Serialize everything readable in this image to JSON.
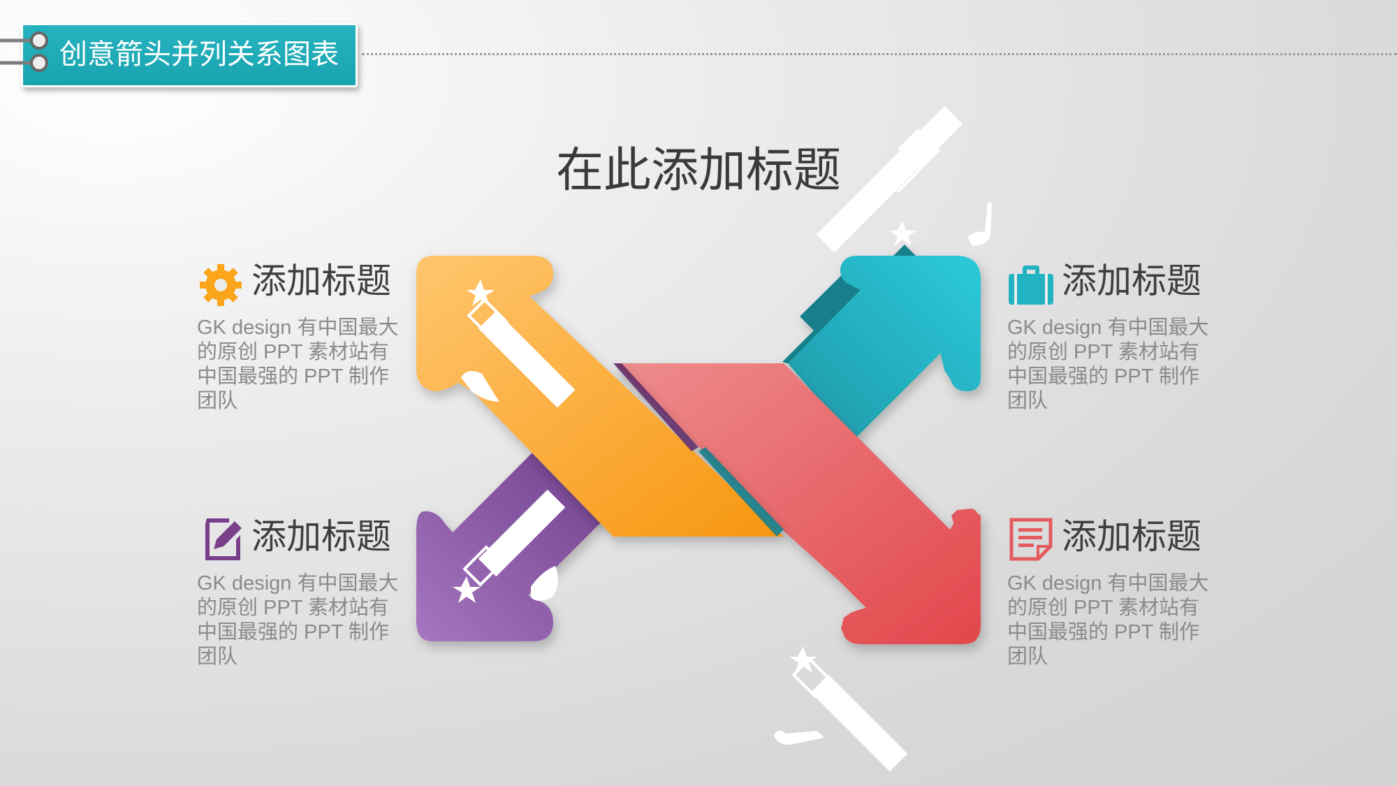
{
  "header": {
    "title": "创意箭头并列关系图表"
  },
  "main_title": "在此添加标题",
  "colors": {
    "teal": "#22b3c2",
    "orange": "#fba51a",
    "pink": "#e86a6e",
    "purple": "#8a57a6",
    "header": "#1fa9b5"
  },
  "items": [
    {
      "icon": "gear-icon",
      "title": "添加标题",
      "desc": "GK design 有中国最大的原创 PPT 素材站有中国最强的 PPT 制作团队",
      "color": "#fba51a"
    },
    {
      "icon": "briefcase-icon",
      "title": "添加标题",
      "desc": "GK design 有中国最大的原创 PPT 素材站有中国最强的 PPT 制作团队",
      "color": "#22b3c2"
    },
    {
      "icon": "edit-document-icon",
      "title": "添加标题",
      "desc": "GK design 有中国最大的原创 PPT 素材站有中国最强的 PPT 制作团队",
      "color": "#7a3f8a"
    },
    {
      "icon": "note-icon",
      "title": "添加标题",
      "desc": "GK design 有中国最大的原创 PPT 素材站有中国最强的 PPT 制作团队",
      "color": "#e35b5f"
    }
  ]
}
